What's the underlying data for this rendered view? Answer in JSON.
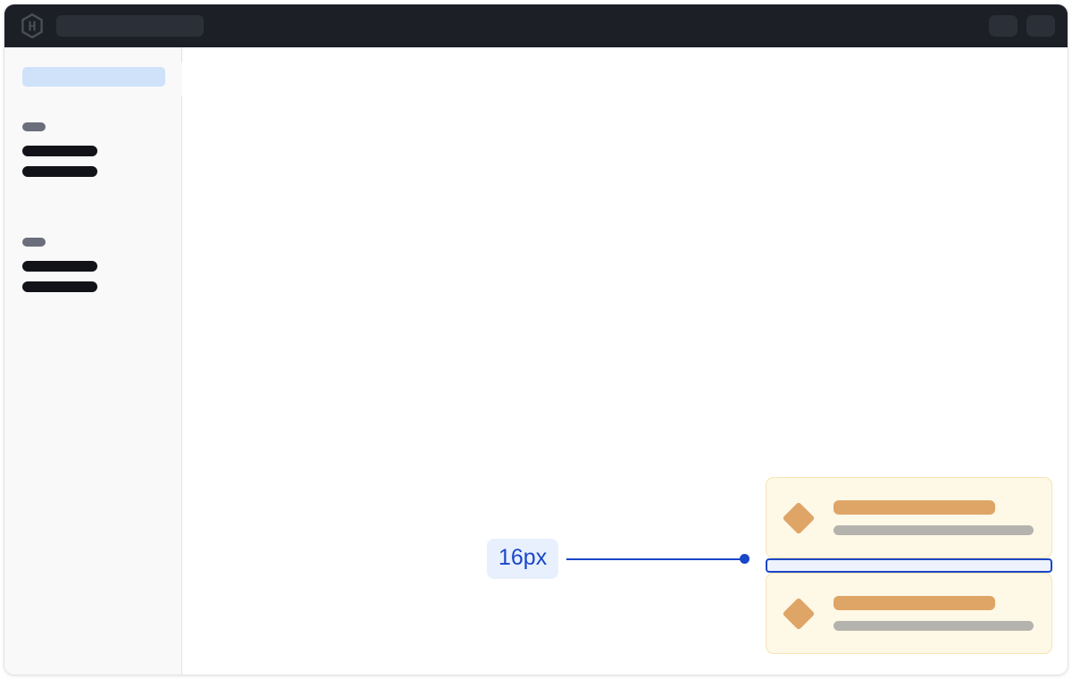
{
  "window": {
    "title": "Spacing annotation mockup"
  },
  "navbar": {
    "logo_icon": "hashicorp-hexagon-logo",
    "search": {
      "value": "",
      "placeholder": ""
    },
    "right_items": [
      {
        "name": "nav-placeholder-pill-1"
      },
      {
        "name": "nav-placeholder-pill-2"
      }
    ]
  },
  "sidebar": {
    "selected_item": {
      "label": "",
      "state": "selected"
    },
    "collapse_handle": {
      "label": ""
    },
    "groups": [
      {
        "label": "",
        "items": [
          {
            "label": ""
          },
          {
            "label": ""
          }
        ]
      },
      {
        "label": "",
        "items": [
          {
            "label": ""
          },
          {
            "label": ""
          }
        ]
      }
    ]
  },
  "canvas": {
    "cards": [
      {
        "icon": "diamond-icon",
        "title_line": "",
        "subtitle_line": ""
      },
      {
        "icon": "diamond-icon",
        "title_line": "",
        "subtitle_line": ""
      }
    ],
    "spacing_annotation": {
      "value": "16px",
      "measures": "vertical-gap-between-cards",
      "label_color": "#1a46c8",
      "label_background": "#e8f0fe",
      "bar_fill": "#edf2fd",
      "bar_border": "#1a46c8"
    }
  },
  "colors": {
    "navbar_background": "#1c1f26",
    "nav_control": "#2b2f38",
    "sidebar_background": "#f9f9fa",
    "sidebar_border": "#e2e2e6",
    "sidebar_selected": "#cfe2fa",
    "skeleton_dark": "#111318",
    "skeleton_muted": "#6b6e7b",
    "card_background": "#fef8e7",
    "card_border": "#f6e3b4",
    "card_accent": "#dfa566",
    "card_subtle": "#b5b3ad",
    "canvas_background": "#ffffff",
    "annotation_blue": "#1a46c8"
  }
}
